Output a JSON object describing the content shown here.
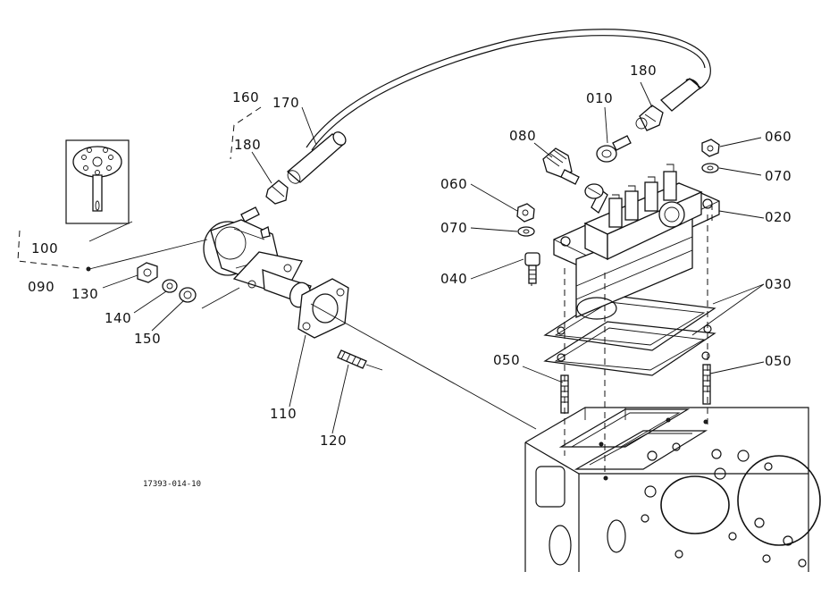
{
  "drawing_number": "17393-014-10",
  "callouts": {
    "c010": "010",
    "c020": "020",
    "c030": "030",
    "c040": "040",
    "c050_left": "050",
    "c050_right": "050",
    "c060_left": "060",
    "c060_right": "060",
    "c070_left": "070",
    "c070_right": "070",
    "c080": "080",
    "c090": "090",
    "c100": "100",
    "c110": "110",
    "c120": "120",
    "c130": "130",
    "c140": "140",
    "c150": "150",
    "c160": "160",
    "c170": "170",
    "c180_top": "180",
    "c180_mid": "180"
  }
}
